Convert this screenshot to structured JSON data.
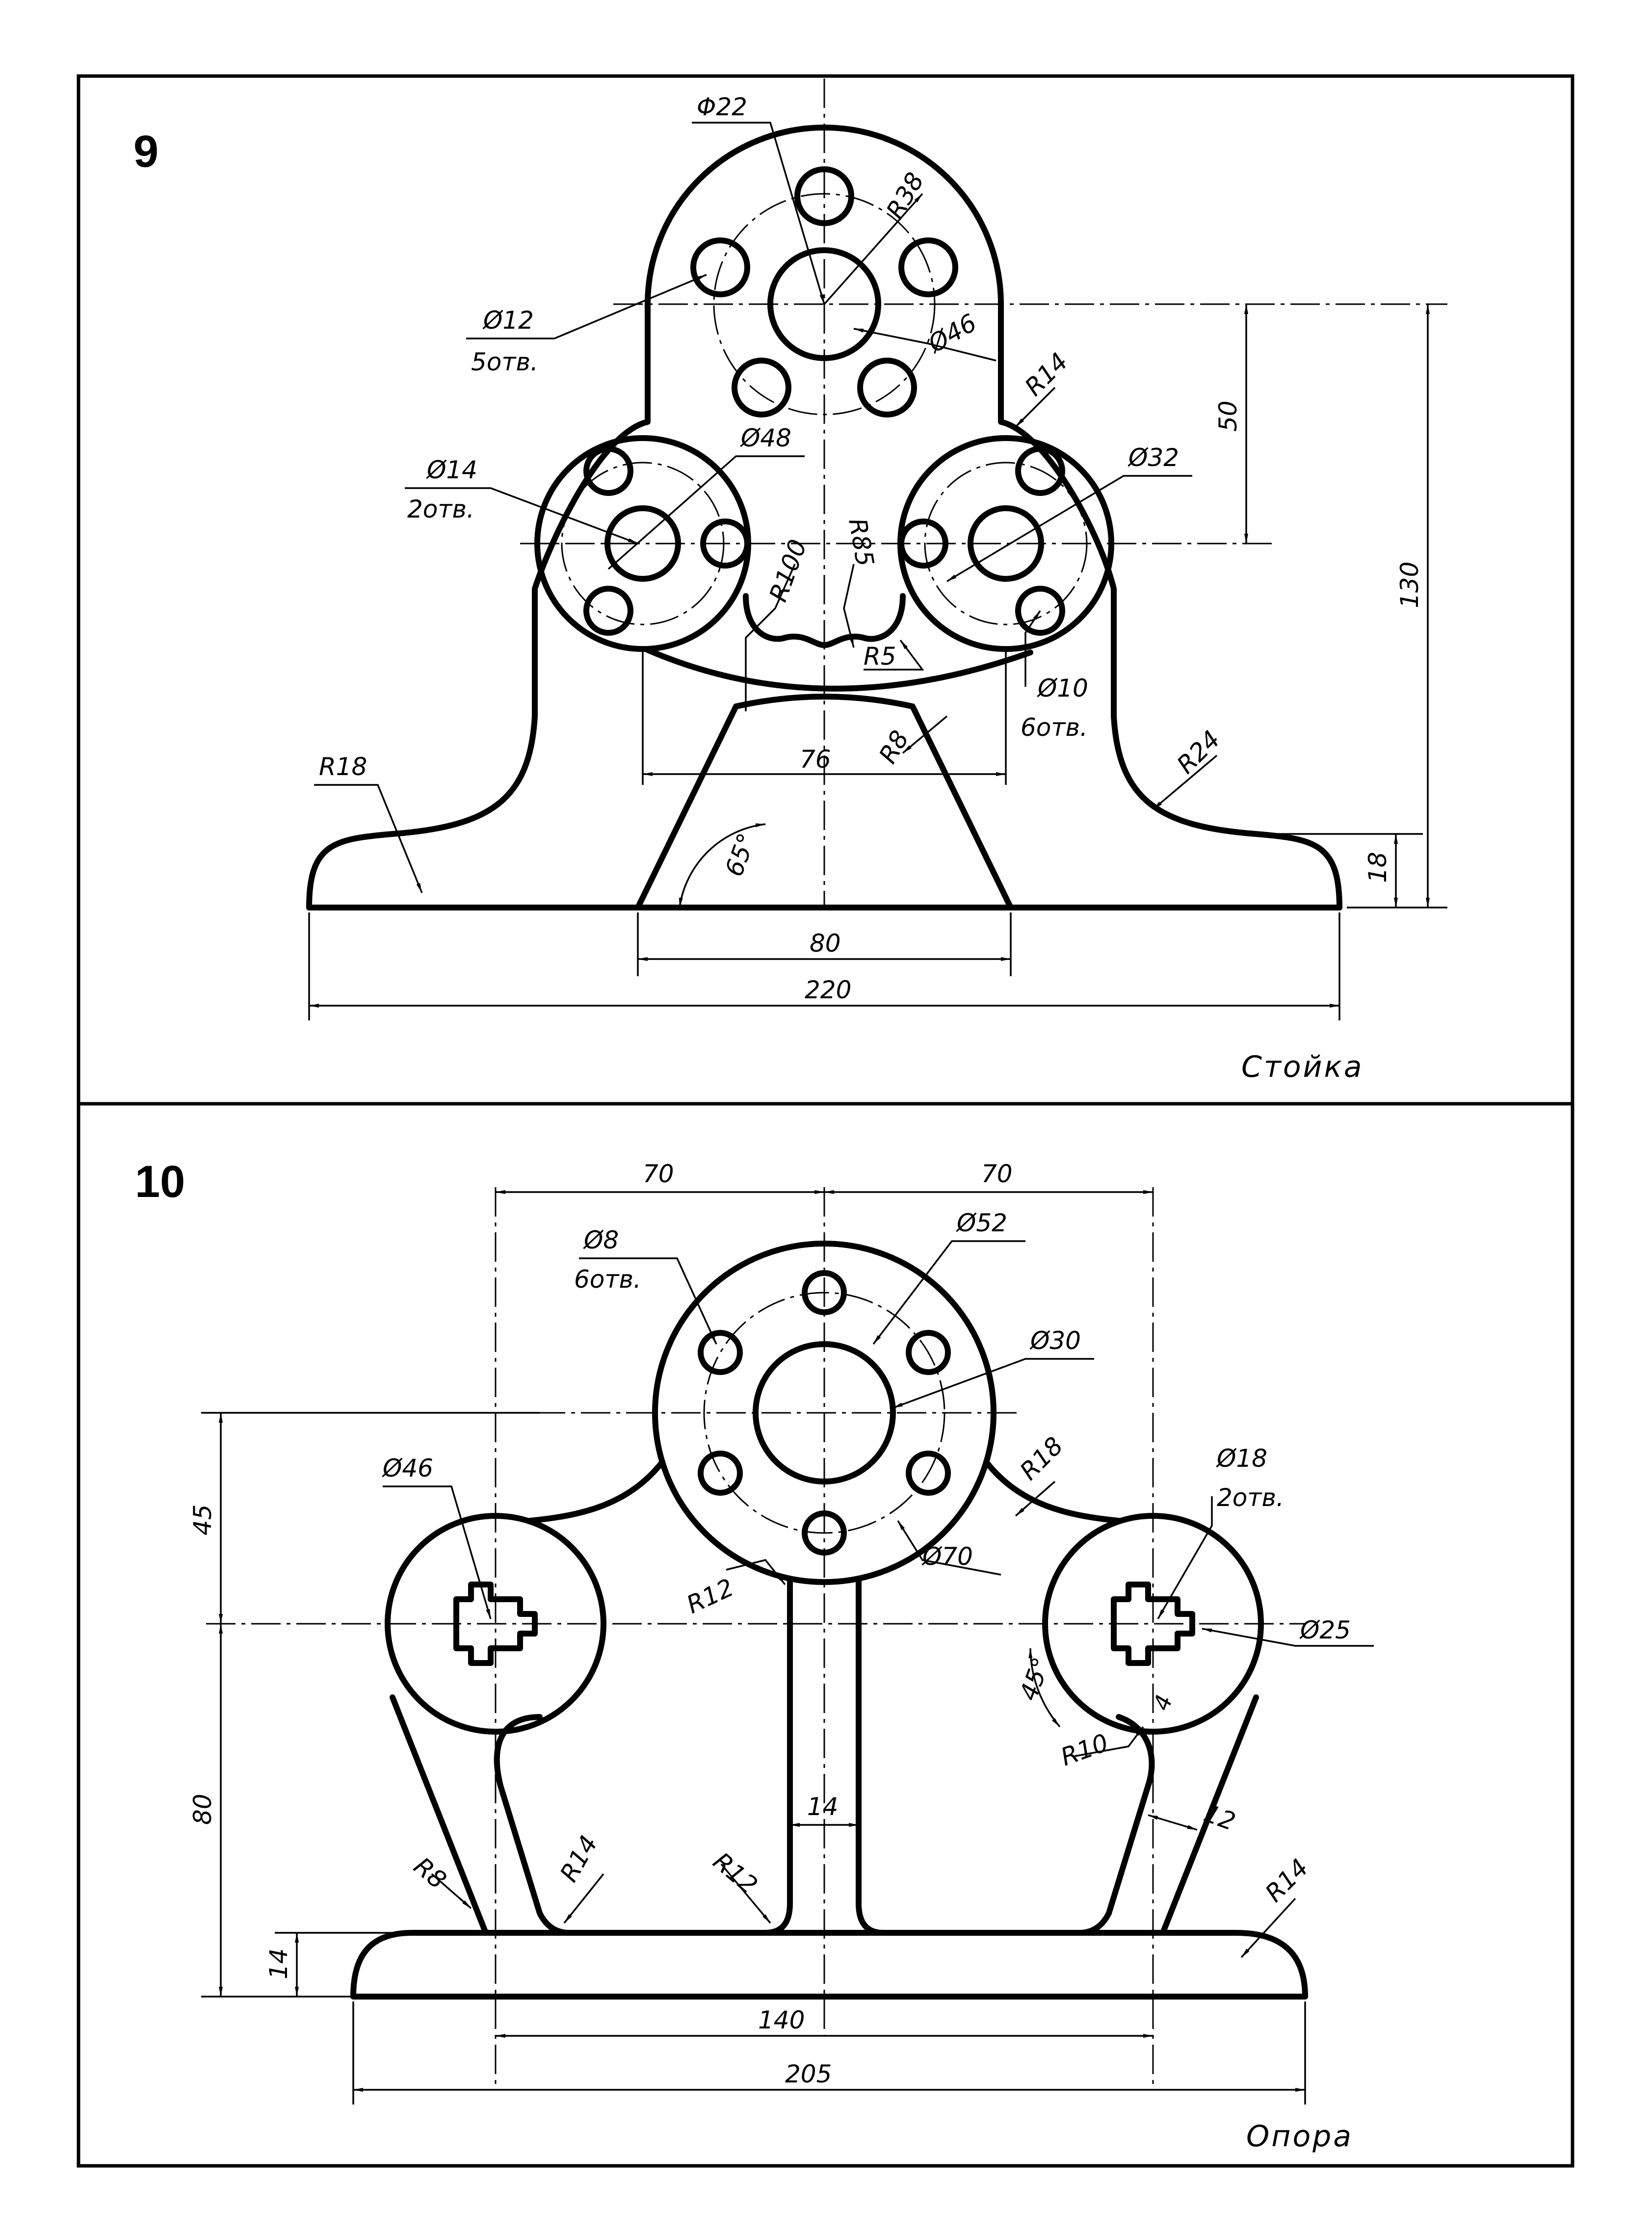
{
  "figure9": {
    "number": "9",
    "caption": "Стойка",
    "labels": {
      "d22": "Φ22",
      "d12": "Ø12",
      "holes5": "5отв.",
      "r38": "R38",
      "d46": "Ø46",
      "r14": "R14",
      "d14": "Ø14",
      "holes2": "2отв.",
      "d48": "Ø48",
      "d32": "Ø32",
      "r100": "R100",
      "r85": "R85",
      "r5": "R5",
      "d10": "Ø10",
      "holes6": "6отв.",
      "r8": "R8",
      "r24": "R24",
      "r18": "R18",
      "dim76": "76",
      "angle65": "65°",
      "dim80": "80",
      "dim220": "220",
      "dim50": "50",
      "dim130": "130",
      "dim18": "18"
    }
  },
  "figure10": {
    "number": "10",
    "caption": "Опора",
    "labels": {
      "dim70a": "70",
      "dim70b": "70",
      "d8": "Ø8",
      "holes6": "6отв.",
      "d52": "Ø52",
      "d30": "Ø30",
      "d46": "Ø46",
      "r18": "R18",
      "d18": "Ø18",
      "holes2": "2отв.",
      "r12a": "R12",
      "d70": "Ø70",
      "d25": "Ø25",
      "angle45": "45°",
      "dim4": "4",
      "r10": "R10",
      "dim12": "12",
      "dim14c": "14",
      "r8": "R8",
      "r14a": "R14",
      "r12b": "R12",
      "r14b": "R14",
      "dim45": "45",
      "dim80": "80",
      "dim14": "14",
      "dim140": "140",
      "dim205": "205"
    }
  }
}
